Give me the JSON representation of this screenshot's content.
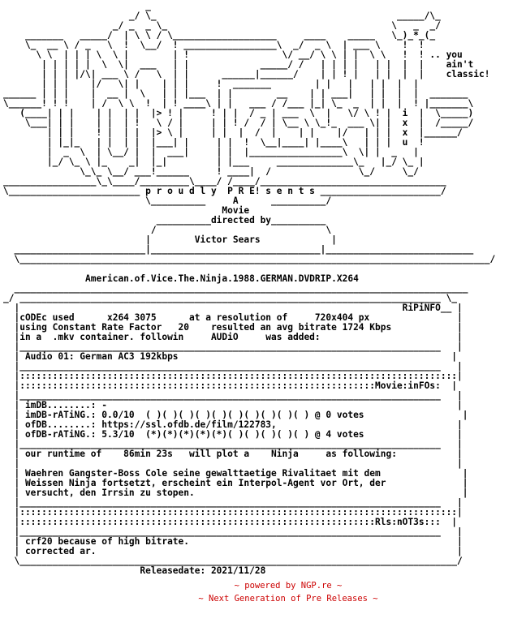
{
  "nfo": {
    "lines": [
      "                          _",
      "                       _/ \\_                                            _____/\\_",
      "                    _/ _  _ \\_                                         \\   _  _/",
      "    _______   _____/  | \\ \\ / \\___________________     ____    _____   \\_)_*_(_",
      "    \\_  __ \\ / _   \\  !  \\__/  ! _________________\\  _/  _ \\  | ___ \\    !  !",
      "      \\ \\  | | | \\  \\ |        | !                 \\/ __/ \\ \\ | |  \\ \\   !  ! .. you",
      "       | | | | |  \\  \\|  ___   | |             _____/ /   | | | |   | |  |  |    ain't",
      "       | | | |/\\| ___ \\ /   \\  | |      ______|______/    | | ! |   | |  |  |    classic!",
      "       | | |    |/   \\| |    | | |     !  _______        | |   |   | |  |  |",
      "______ | | |    |  __ |  \\   | | |___  | |        __    | | ___|   | |  |  |  _______",
      "\\______! ! !    | /  \\ \\  !  | ! ____\\ | |   ___ / /___ |_| \\_  _  | |  |  ! |_______\\",
      "   (____| | |    | |  | |  |> ! |     ! | |  / _ | ___  \\  |   \\/ \\ ! |  i  |  \\_____)",
      "    \\___| | |    | |  | !   \\ / |     | | ! /  / | \\__ \\ \\_!_  ___ \\| |  x  |  /_____/",
      "        | | |    ! |  | |  |> \\ |     | |  |  /  |    | |    |/   | | |  x  |______/",
      "        | |_|_   | |  | |  |___| |     | |  !  \\__|____| |____\\   | | |  u  !",
      "        |  _  \\  | \\__/ |  |  ___|     | |  |_________________\\  \\| |  _   |",
      "        |_/ \\_ \\ |_    _|  |_|         | |___     ______________\\_   |_/ \\_ |",
      "              \\_\\_ \\__/ ___!______     ! ____|  /                \\_/     \\_/",
      "_________________\\_\\____/_________\\____/ /____/__________________________________",
      "\\________________________ p r o u d l y  P R E! s e n t s ______________________/",
      "                          \\__________     A      __________/",
      "                                        Movie",
      "                            __________directed by__________",
      "                           /                               \\",
      "                          |        Victor Sears             |",
      "  ________________________|_______________________________|___________________________",
      "  \\______________________________________________________________________________________/",
      "",
      "               American.of.Vice.The.Ninja.1988.GERMAN.DVDRIP.X264",
      "  ___________________________________________________________________________________",
      "_/ _____________________________________________________________________________ \\_",
      "  |                                                                      RiPiNFO__ |",
      "  |cODEc used      x264 3075      at a resolution of     720x404 px                |",
      "  |using Constant Rate Factor   20    resulted an avg bitrate 1724 Kbps            |",
      "  |in a  .mkv container. followin     AUDiO     was added:                         |",
      "  |_____________________________________________________________________________   |",
      "  | Audio 01: German AC3 192kbps                                                  |",
      "  |_____________________________________________________________________________   |",
      "  |::::::::::::::::::::::::::::::::::::::::::::::::::::::::::::::::::::::::::::::::|",
      "  |:::::::::::::::::::::::::::::::::::::::::::::::::::::::::::::::::Movie:inFOs:  |",
      "  |_____________________________________________________________________________   |",
      "  | imDB........: -                                                                |",
      "  | imDB-rATiNG.: 0.0/10  ( )( )( )( )( )( )( )( )( )( ) @ 0 votes                  |",
      "  | ofDB........: https://ssl.ofdb.de/film/122783,                                 |",
      "  | ofDB-rATiNG.: 5.3/10  (*)(*)(*)(*)(*)( )( )( )( )( ) @ 4 votes                 |",
      "  |_____________________________________________________________________________   |",
      "  | our runtime of    86min 23s   will plot a    Ninja     as following:           |",
      "  |                                                                                |",
      "  | Waehren Gangster-Boss Cole seine gewalttaetige Rivalitaet mit dem               |",
      "  | Weissen Ninja fortsetzt, erscheint ein Interpol-Agent vor Ort, der              |",
      "  | versucht, den Irrsin zu stopen.                                                 |",
      "  |_____________________________________________________________________________   |",
      "  |::::::::::::::::::::::::::::::::::::::::::::::::::::::::::::::::::::::::::::::::|",
      "  |:::::::::::::::::::::::::::::::::::::::::::::::::::::::::::::::::Rls:nOT3s:::  |",
      "  |_____________________________________________________________________________   |",
      "  | crf20 because of high bitrate.                                                 |",
      "  | corrected ar.                                                                  |",
      "  \\________________________________________________________________________________/",
      "                         Releasedate: 2021/11/28"
    ]
  },
  "footer": {
    "line1": "~ powered by NGP.re ~",
    "line2": "~ Next Generation of Pre Releases ~",
    "color": "#cc0000"
  }
}
